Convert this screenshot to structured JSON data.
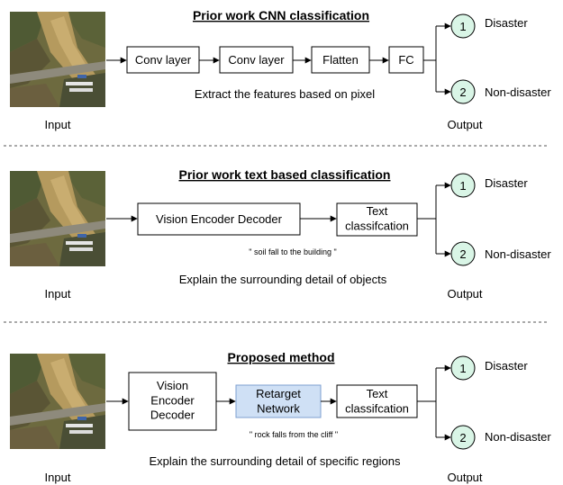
{
  "panels": [
    {
      "title": "Prior work CNN classification",
      "boxes": [
        "Conv layer",
        "Conv layer",
        "Flatten",
        "FC"
      ],
      "caption": "Extract the features based on pixel",
      "quote": "",
      "input_label": "Input",
      "output_label": "Output",
      "outputs": [
        {
          "num": "1",
          "label": "Disaster"
        },
        {
          "num": "2",
          "label": "Non-disaster"
        }
      ]
    },
    {
      "title": "Prior work text based classification",
      "boxes": [
        "Vision Encoder Decoder",
        "Text\nclassifcation"
      ],
      "caption": "Explain the surrounding detail of objects",
      "quote": "\" soil fall to the building \"",
      "input_label": "Input",
      "output_label": "Output",
      "outputs": [
        {
          "num": "1",
          "label": "Disaster"
        },
        {
          "num": "2",
          "label": "Non-disaster"
        }
      ]
    },
    {
      "title": "Proposed method",
      "boxes": [
        "Vision\nEncoder\nDecoder",
        "Retarget\nNetwork",
        "Text\nclassifcation"
      ],
      "caption": "Explain the surrounding detail of specific regions",
      "quote": "\" rock falls from the cliff \"",
      "input_label": "Input",
      "output_label": "Output",
      "outputs": [
        {
          "num": "1",
          "label": "Disaster"
        },
        {
          "num": "2",
          "label": "Non-disaster"
        }
      ]
    }
  ],
  "colors": {
    "output_circle_fill": "#d9f5e6",
    "highlight_box_fill": "#cfe0f5",
    "highlight_box_stroke": "#7d9fd0",
    "divider": "#555555"
  }
}
